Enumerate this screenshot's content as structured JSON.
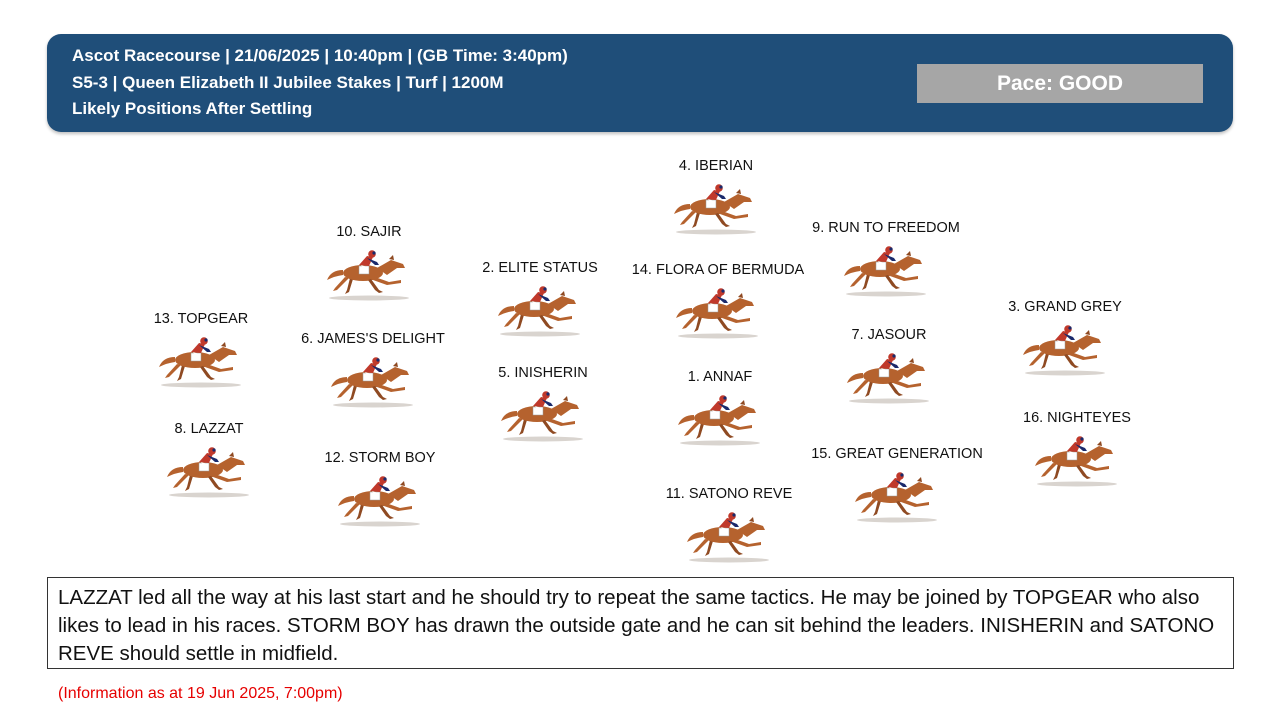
{
  "header": {
    "line1": "Ascot Racecourse | 21/06/2025 | 10:40pm | (GB Time: 3:40pm)",
    "line2": "S5-3 | Queen Elizabeth II Jubilee Stakes | Turf | 1200M",
    "line3": "Likely Positions After Settling",
    "pace": "Pace: GOOD"
  },
  "runners": [
    {
      "label": "4. IBERIAN",
      "silks": "#c0392b"
    },
    {
      "label": "9. RUN TO FREEDOM",
      "silks": "#c0392b"
    },
    {
      "label": "10. SAJIR",
      "silks": "#c0392b"
    },
    {
      "label": "2. ELITE STATUS",
      "silks": "#c0392b"
    },
    {
      "label": "14. FLORA OF BERMUDA",
      "silks": "#c0392b"
    },
    {
      "label": "3. GRAND GREY",
      "silks": "#c0392b"
    },
    {
      "label": "13. TOPGEAR",
      "silks": "#c0392b"
    },
    {
      "label": "6. JAMES'S DELIGHT",
      "silks": "#c0392b"
    },
    {
      "label": "7. JASOUR",
      "silks": "#c0392b"
    },
    {
      "label": "5. INISHERIN",
      "silks": "#c0392b"
    },
    {
      "label": "1. ANNAF",
      "silks": "#c0392b"
    },
    {
      "label": "16. NIGHTEYES",
      "silks": "#c0392b"
    },
    {
      "label": "8. LAZZAT",
      "silks": "#c0392b"
    },
    {
      "label": "12. STORM BOY",
      "silks": "#c0392b"
    },
    {
      "label": "15. GREAT GENERATION",
      "silks": "#c0392b"
    },
    {
      "label": "11. SATONO REVE",
      "silks": "#c0392b"
    }
  ],
  "comment": "LAZZAT led all the way at his last start and he should try to repeat the same tactics. He may be joined by TOPGEAR who also likes to lead in his races. STORM BOY has drawn the outside gate and he can sit behind the leaders. INISHERIN and SATONO REVE should settle in midfield.",
  "info": "(Information as at 19 Jun 2025, 7:00pm)",
  "colors": {
    "header_bg": "#1f4e79",
    "pace_bg": "#a6a6a6",
    "info_text": "#e60000",
    "horse": "#b5622e"
  }
}
